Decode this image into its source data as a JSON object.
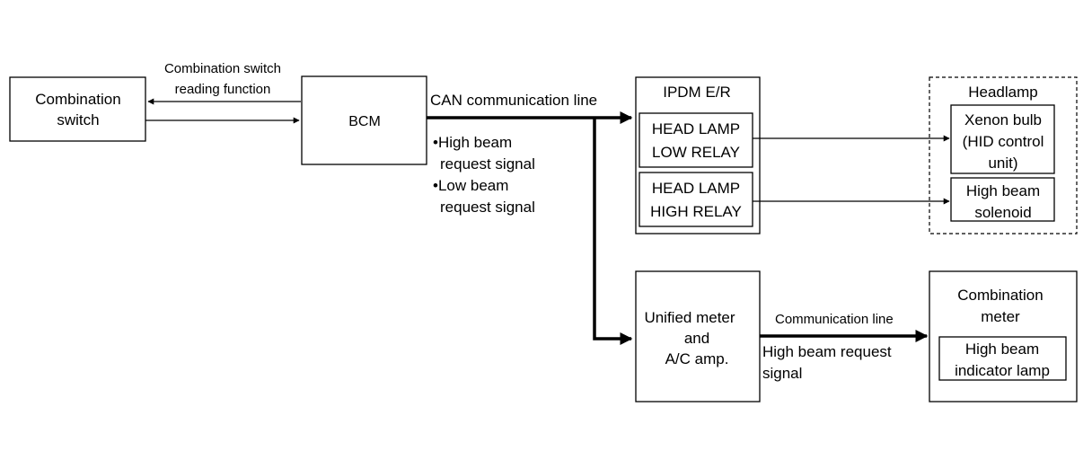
{
  "combination_switch": {
    "line1": "Combination",
    "line2": "switch"
  },
  "reading_function": {
    "line1": "Combination switch",
    "line2": "reading function"
  },
  "bcm": {
    "label": "BCM"
  },
  "can_line": {
    "label": "CAN communication line"
  },
  "can_signals": {
    "high_line1": "•High beam",
    "high_line2": "request signal",
    "low_line1": "•Low beam",
    "low_line2": "request signal"
  },
  "ipdm": {
    "title": "IPDM E/R",
    "low_relay_line1": "HEAD LAMP",
    "low_relay_line2": "LOW RELAY",
    "high_relay_line1": "HEAD LAMP",
    "high_relay_line2": "HIGH RELAY"
  },
  "headlamp": {
    "title": "Headlamp",
    "xenon_line1": "Xenon bulb",
    "xenon_line2": "(HID control",
    "xenon_line3": "unit)",
    "solenoid_line1": "High beam",
    "solenoid_line2": "solenoid"
  },
  "unified_meter": {
    "line1": "Unified meter",
    "line2": "and",
    "line3": "A/C amp."
  },
  "comm_line": {
    "label": "Communication line",
    "signal_line1": "High beam request",
    "signal_line2": "signal"
  },
  "combination_meter": {
    "line1": "Combination",
    "line2": "meter",
    "indicator_line1": "High beam",
    "indicator_line2": "indicator lamp"
  }
}
